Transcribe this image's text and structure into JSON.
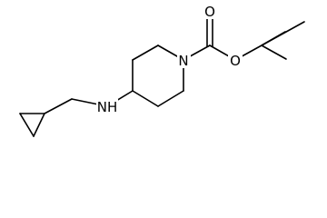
{
  "molecule": {
    "atoms": {
      "nitrogen_ring": "N",
      "oxygen_carbonyl": "O",
      "oxygen_ester": "O",
      "nitrogen_amine": "NH"
    }
  }
}
